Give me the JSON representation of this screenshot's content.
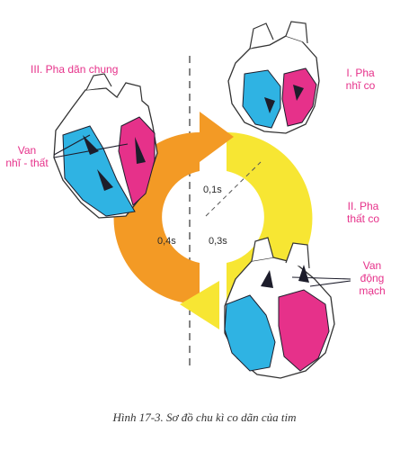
{
  "colors": {
    "magenta": "#e6318a",
    "cyan": "#2fb3e3",
    "orange": "#f39a25",
    "yellow": "#f7e633",
    "dark": "#1d1d2b"
  },
  "phases": {
    "relax": "III. Pha dãn chung",
    "atrial_line1": "I. Pha",
    "atrial_line2": "nhĩ co",
    "ventricular_line1": "II. Pha",
    "ventricular_line2": "thất co"
  },
  "valves": {
    "av_line1": "Van",
    "av_line2": "nhĩ - thất",
    "semilunar_line1": "Van",
    "semilunar_line2": "động",
    "semilunar_line3": "mạch"
  },
  "timings": {
    "t1": "0,1s",
    "t3": "0,3s",
    "t4": "0,4s"
  },
  "caption": "Hình 17-3. Sơ đồ chu kì co dãn của tim"
}
